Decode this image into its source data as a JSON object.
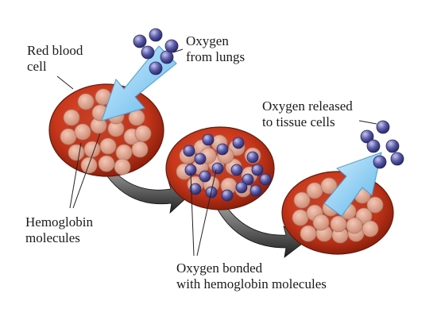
{
  "labels": {
    "red_blood_cell": {
      "line1": "Red blood",
      "line2": "cell"
    },
    "oxygen_from_lungs": {
      "line1": "Oxygen",
      "line2": "from lungs"
    },
    "oxygen_released": {
      "line1": "Oxygen released",
      "line2": "to tissue cells"
    },
    "hemoglobin": {
      "line1": "Hemoglobin",
      "line2": "molecules"
    },
    "oxygen_bonded": {
      "line1": "Oxygen bonded",
      "line2": "with hemoglobin molecules"
    }
  },
  "colors": {
    "cell_red": "#c8371a",
    "cell_dark": "#8a1f0c",
    "hemoglobin": "#e0a08a",
    "oxygen": "#5a5aa8",
    "arrow_blue": "#7ec8f0",
    "transfer_arrow": "#3a3a3a"
  }
}
